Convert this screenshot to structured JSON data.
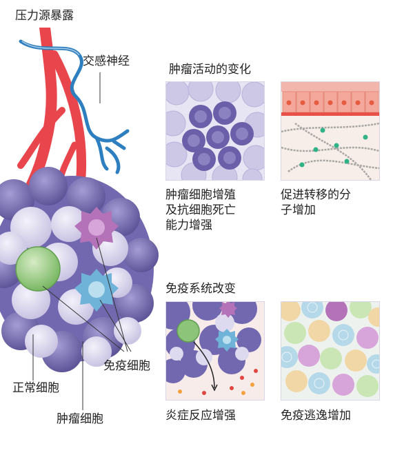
{
  "labels": {
    "pressure": "压力源暴露",
    "nerve": "交感神经",
    "tumor_activity_title": "肿瘤活动的变化",
    "proliferation_lines": [
      "肿瘤细胞增殖",
      "及抗细胞死亡",
      "能力增强"
    ],
    "metastasis_lines": [
      "促进转移的分",
      "子增加"
    ],
    "immune_title": "免疫系统改变",
    "inflammation": "炎症反应增强",
    "immune_escape": "免疫逃逸增加",
    "immune_cells": "免疫细胞",
    "normal_cells": "正常细胞",
    "tumor_cells": "肿瘤细胞"
  },
  "colors": {
    "artery": "#e8464c",
    "nerve": "#2e7fc0",
    "tumor_dark": "#6a5fa8",
    "tumor_mid": "#8b82c2",
    "normal_light": "#dcd8ef",
    "immune_green": "#8cc57a",
    "immune_blue": "#6fb3d8",
    "immune_purple": "#b473b8"
  }
}
